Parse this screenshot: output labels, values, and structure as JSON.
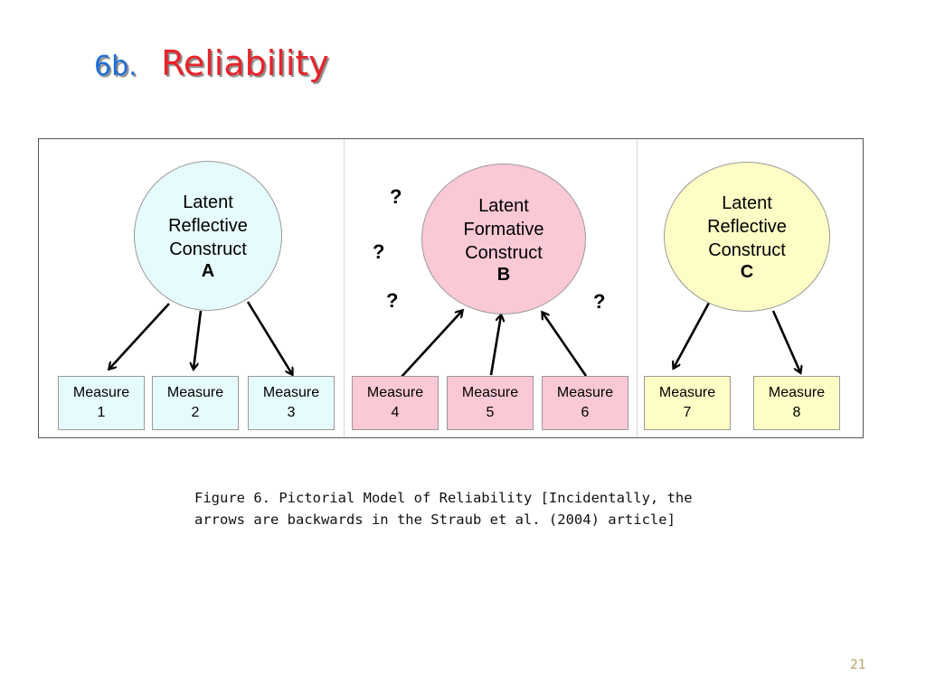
{
  "title": {
    "number": "6b.",
    "text": "Reliability"
  },
  "constructs": [
    {
      "id": "A",
      "line1": "Latent",
      "line2": "Reflective",
      "line3": "Construct",
      "letter": "A",
      "color": "#e6fbfd"
    },
    {
      "id": "B",
      "line1": "Latent",
      "line2": "Formative",
      "line3": "Construct",
      "letter": "B",
      "color": "#fbc8d6"
    },
    {
      "id": "C",
      "line1": "Latent",
      "line2": "Reflective",
      "line3": "Construct",
      "letter": "C",
      "color": "#fefdc5"
    }
  ],
  "measures": [
    {
      "label": "Measure",
      "num": "1",
      "color": "#e6fbfd"
    },
    {
      "label": "Measure",
      "num": "2",
      "color": "#e6fbfd"
    },
    {
      "label": "Measure",
      "num": "3",
      "color": "#e6fbfd"
    },
    {
      "label": "Measure",
      "num": "4",
      "color": "#fbc8d6"
    },
    {
      "label": "Measure",
      "num": "5",
      "color": "#fbc8d6"
    },
    {
      "label": "Measure",
      "num": "6",
      "color": "#fbc8d6"
    },
    {
      "label": "Measure",
      "num": "7",
      "color": "#fefdc5"
    },
    {
      "label": "Measure",
      "num": "8",
      "color": "#fefdc5"
    }
  ],
  "question_marks": [
    "?",
    "?",
    "?",
    "?"
  ],
  "caption": {
    "line1": "Figure 6. Pictorial Model of Reliability [Incidentally, the",
    "line2": "arrows are backwards in the Straub et al. (2004) article]"
  },
  "page_number": "21"
}
